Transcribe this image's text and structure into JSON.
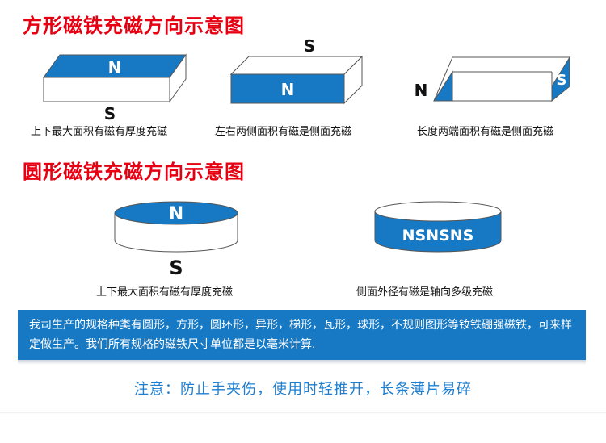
{
  "square_section": {
    "title": "方形磁铁充磁方向示意图",
    "items": [
      {
        "top_pole": "N",
        "bottom_pole": "S",
        "caption": "上下最大面积有磁有厚度充磁"
      },
      {
        "top_pole": "S",
        "bottom_pole": "N",
        "caption": "左右两侧面积有磁是侧面充磁"
      },
      {
        "top_pole": "N",
        "bottom_pole": "S",
        "caption": "长度两端面积有磁是侧面充磁"
      }
    ]
  },
  "round_section": {
    "title": "圆形磁铁充磁方向示意图",
    "items": [
      {
        "top_pole": "N",
        "bottom_pole": "S",
        "caption": "上下最大面积有磁有厚度充磁"
      },
      {
        "side_label": "NSNSNS",
        "caption": "侧面外径有磁是轴向多级充磁"
      }
    ]
  },
  "info": {
    "text": "我司生产的规格种类有圆形，方形，圆环形，异形，梯形，瓦形，球形，不规则图形等钕铁硼强磁铁，可来样定做生产。我们所有规格的磁铁尺寸单位都是以毫米计算."
  },
  "notice": {
    "text": "注意：防止手夹伤，使用时轻推开，长条薄片易碎"
  },
  "colors": {
    "accent_blue": "#1779c3",
    "title_red": "#e60012",
    "notice_blue": "#1e7fd0"
  }
}
